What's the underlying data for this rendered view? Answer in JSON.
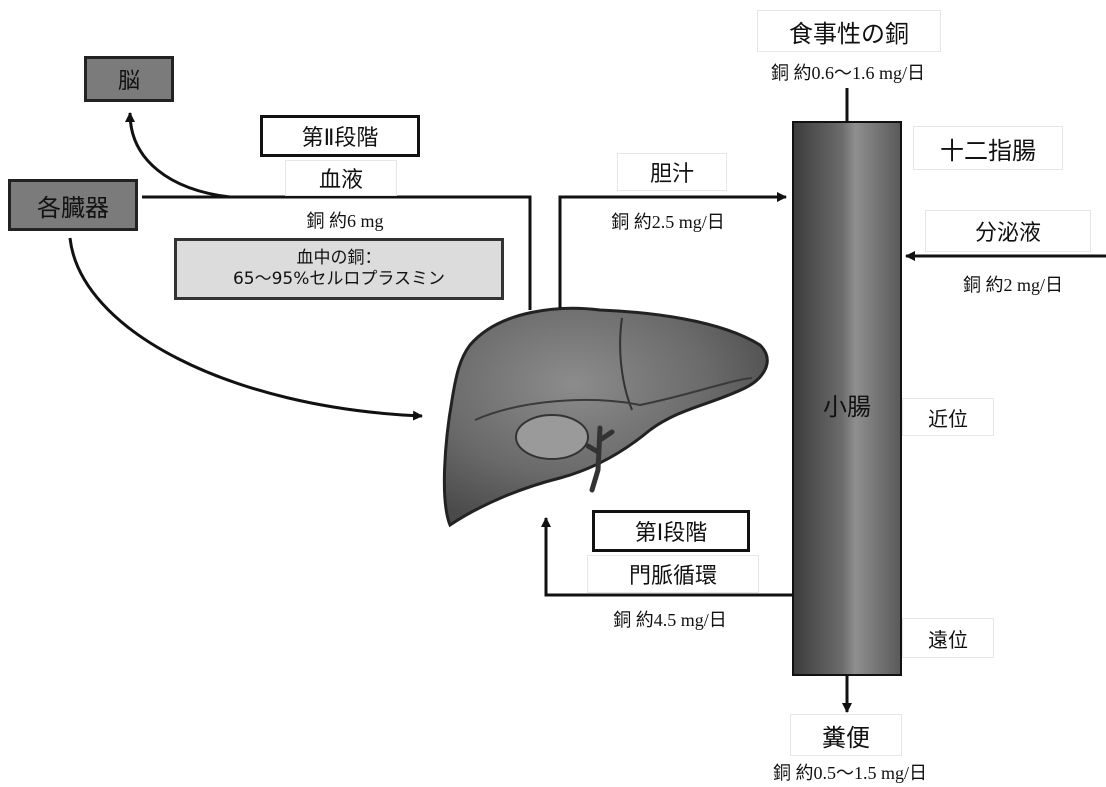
{
  "diagram": {
    "labels": {
      "brain": "脳",
      "organs": "各臓器",
      "phase2": "第Ⅱ段階",
      "blood": "血液",
      "blood_copper": "銅 約6 mg",
      "blood_copper_note_line1": "血中の銅：",
      "blood_copper_note_line2": "65〜95%セルロプラスミン",
      "bile": "胆汁",
      "bile_copper": "銅 約2.5 mg/日",
      "dietary": "食事性の銅",
      "dietary_copper": "銅 約0.6〜1.6 mg/日",
      "duodenum": "十二指腸",
      "secretion": "分泌液",
      "secretion_copper": "銅 約2 mg/日",
      "small_intestine": "小腸",
      "proximal": "近位",
      "distal": "遠位",
      "phase1": "第Ⅰ段階",
      "portal": "門脈循環",
      "portal_copper": "銅 約4.5 mg/日",
      "feces": "糞便",
      "feces_copper": "銅 約0.5〜1.5 mg/日"
    },
    "icons": [
      "liver-illustration",
      "arrow-icon"
    ]
  }
}
